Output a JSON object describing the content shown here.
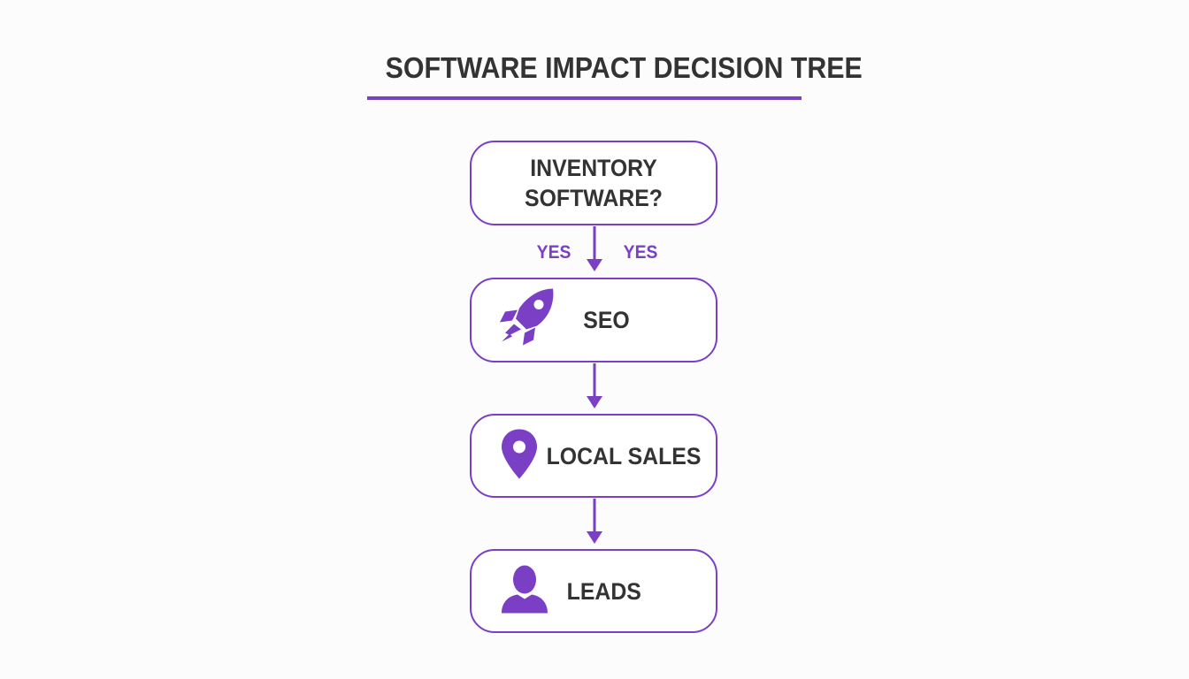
{
  "title": "SOFTWARE IMPACT DECISION TREE",
  "colors": {
    "accent": "#7a3fc4",
    "text": "#333333",
    "background": "#fcfcfc"
  },
  "nodes": [
    {
      "label": "INVENTORY SOFTWARE?",
      "icon": ""
    },
    {
      "label": "SEO",
      "icon": "rocket-icon"
    },
    {
      "label": "LOCAL SALES",
      "icon": "map-pin-icon"
    },
    {
      "label": "LEADS",
      "icon": "person-icon"
    }
  ],
  "edges": [
    {
      "from": 0,
      "to": 1,
      "labels": [
        "YES",
        "YES"
      ]
    },
    {
      "from": 1,
      "to": 2,
      "labels": []
    },
    {
      "from": 2,
      "to": 3,
      "labels": []
    }
  ]
}
